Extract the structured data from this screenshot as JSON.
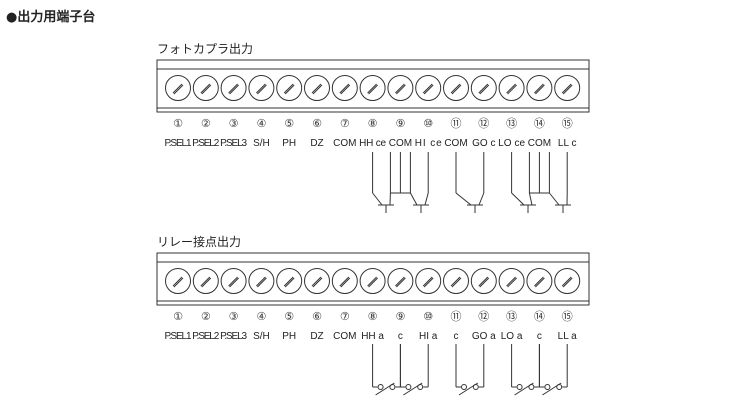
{
  "title": "●出力用端子台",
  "sections": [
    {
      "heading": "フォトカプラ出力",
      "numbers": [
        "①",
        "②",
        "③",
        "④",
        "⑤",
        "⑥",
        "⑦",
        "⑧",
        "⑨",
        "⑩",
        "⑪",
        "⑫",
        "⑬",
        "⑭",
        "⑮"
      ],
      "labels": [
        "P.SEL1",
        "P.SEL2",
        "P.SEL3",
        "S/H",
        "PH",
        "DZ",
        "COM",
        "HH ce",
        "COM",
        "HI ce",
        "COM",
        "GO c",
        "LO ce",
        "COM",
        "LL c"
      ],
      "circuit": "transistor"
    },
    {
      "heading": "リレー接点出力",
      "numbers": [
        "①",
        "②",
        "③",
        "④",
        "⑤",
        "⑥",
        "⑦",
        "⑧",
        "⑨",
        "⑩",
        "⑪",
        "⑫",
        "⑬",
        "⑭",
        "⑮"
      ],
      "labels": [
        "P.SEL1",
        "P.SEL2",
        "P.SEL3",
        "S/H",
        "PH",
        "DZ",
        "COM",
        "HH a",
        "c",
        "HI a",
        "c",
        "GO a",
        "LO a",
        "c",
        "LL a"
      ],
      "circuit": "relay"
    }
  ]
}
